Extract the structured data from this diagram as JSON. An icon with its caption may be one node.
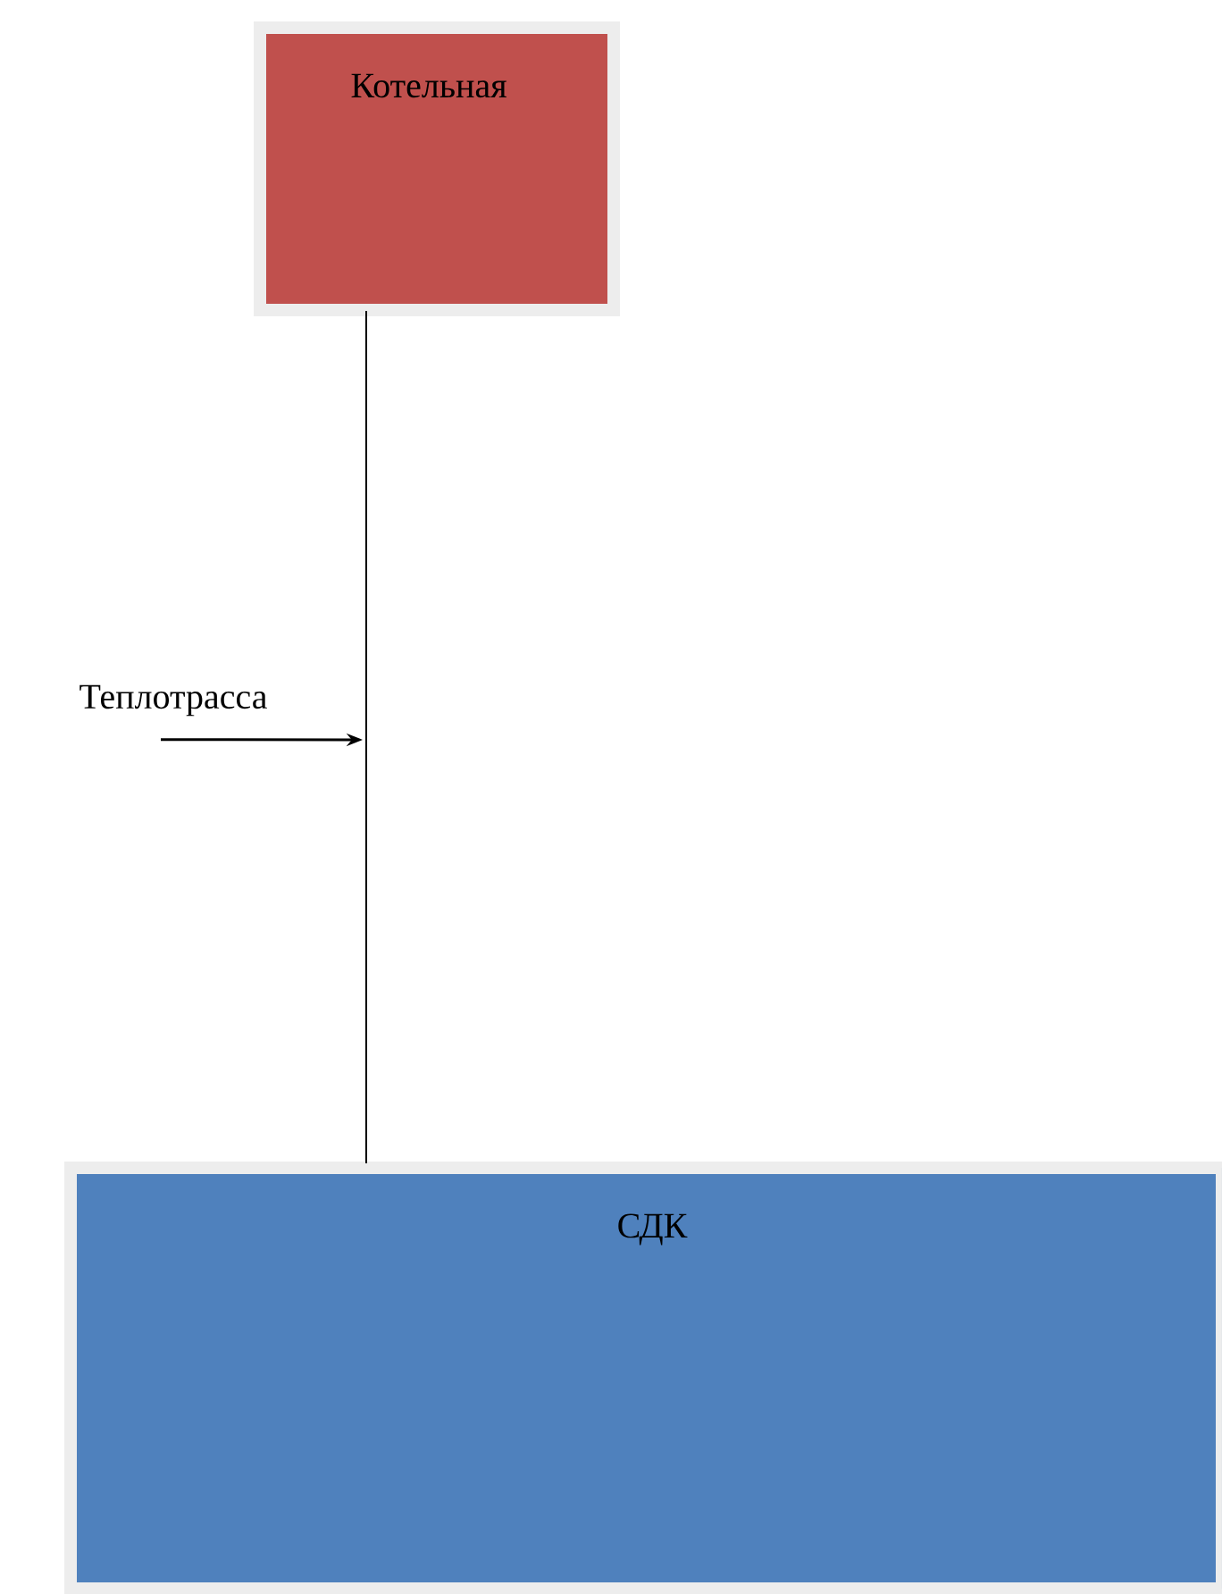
{
  "diagram": {
    "nodes": [
      {
        "text": [
          "Котельная"
        ]
      },
      {
        "text": [
          "СДК"
        ]
      },
      {
        "text": [
          "Теплотрасса"
        ]
      }
    ],
    "edges": [
      {
        "from": 0,
        "to": 1,
        "arrow": "none"
      },
      {
        "from": 2,
        "to": null,
        "arrow": "to"
      }
    ]
  }
}
